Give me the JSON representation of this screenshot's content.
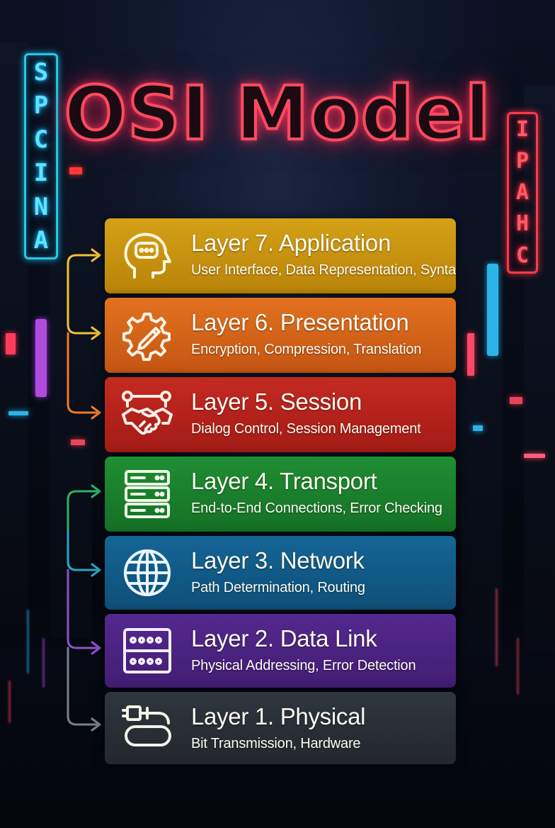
{
  "title": "OSI Model",
  "signs": {
    "left": [
      "S",
      "P",
      "C",
      "I",
      "N",
      "A"
    ],
    "right": [
      "I",
      "P",
      "A",
      "H",
      "C"
    ]
  },
  "layers": [
    {
      "name": "Layer 7. Application",
      "desc": "User Interface, Data Representation, Syntax",
      "icon": "head-chat-icon",
      "color": "#c9950f"
    },
    {
      "name": "Layer 6. Presentation",
      "desc": "Encryption, Compression, Translation",
      "icon": "gear-pen-icon",
      "color": "#d8661a"
    },
    {
      "name": "Layer 5. Session",
      "desc": "Dialog Control, Session Management",
      "icon": "handshake-icon",
      "color": "#b8231c"
    },
    {
      "name": "Layer 4. Transport",
      "desc": "End-to-End Connections, Error Checking",
      "icon": "server-icon",
      "color": "#19812c"
    },
    {
      "name": "Layer 3. Network",
      "desc": "Path Determination, Routing",
      "icon": "globe-icon",
      "color": "#115c8c"
    },
    {
      "name": "Layer 2. Data Link",
      "desc": "Physical Addressing, Error Detection",
      "icon": "network-card-icon",
      "color": "#4b2382"
    },
    {
      "name": "Layer 1. Physical",
      "desc": "Bit Transmission, Hardware",
      "icon": "cable-plug-icon",
      "color": "#2a2f36"
    }
  ],
  "connector_colors": [
    "#f2c232",
    "#f07a25",
    "#2fb262",
    "#25a7c4",
    "#8a53c9",
    "#7a808a"
  ]
}
